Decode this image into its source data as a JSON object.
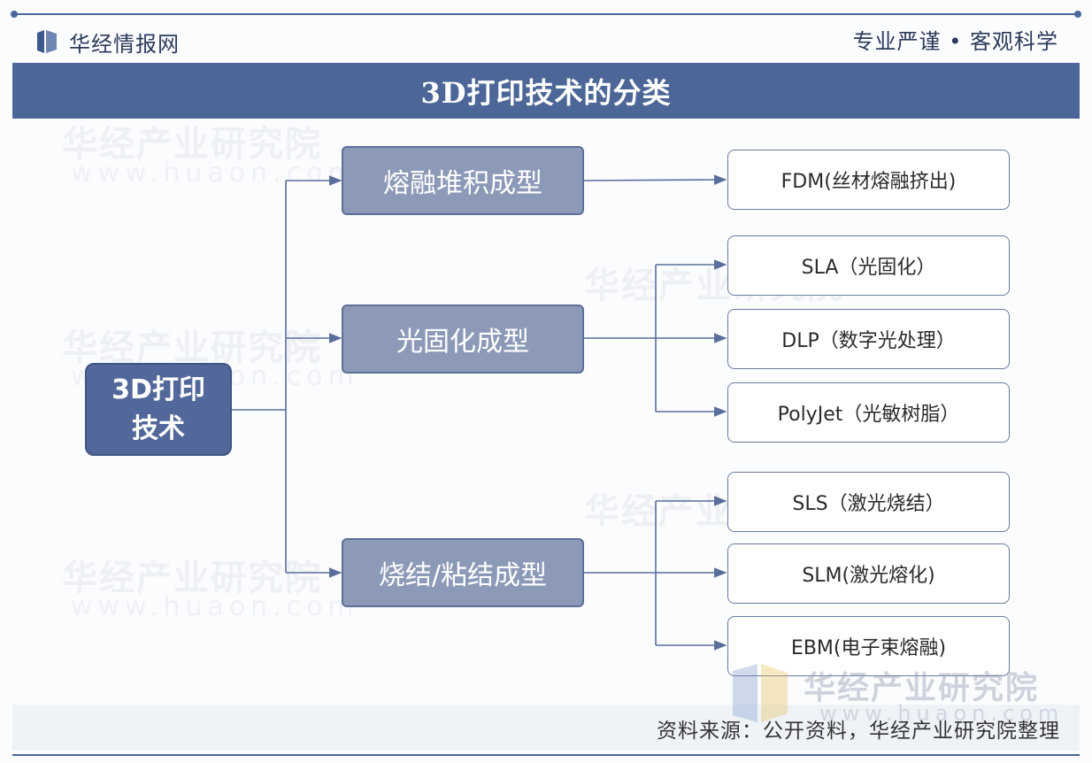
{
  "header": {
    "brand": "华经情报网",
    "tagline": "专业严谨 • 客观科学",
    "title": "3D打印技术的分类"
  },
  "diagram": {
    "root": {
      "line1": "3D打印",
      "line2": "技术"
    },
    "categories": [
      {
        "label": "熔融堆积成型",
        "children": [
          "FDM(丝材熔融挤出)"
        ]
      },
      {
        "label": "光固化成型",
        "children": [
          "SLA（光固化）",
          "DLP（数字光处理）",
          "PolyJet（光敏树脂）"
        ]
      },
      {
        "label": "烧结/粘结成型",
        "children": [
          "SLS（激光烧结）",
          "SLM(激光熔化)",
          "EBM(电子束熔融)"
        ]
      }
    ]
  },
  "watermark": {
    "text": "华经产业研究院",
    "url": "www.huaon.com"
  },
  "footer": {
    "source": "资料来源：公开资料，华经产业研究院整理"
  },
  "colors": {
    "banner": "#4c6797",
    "root_box": "#52689a",
    "category_box": "#8c9ab8",
    "connector": "#5a6e9c"
  }
}
